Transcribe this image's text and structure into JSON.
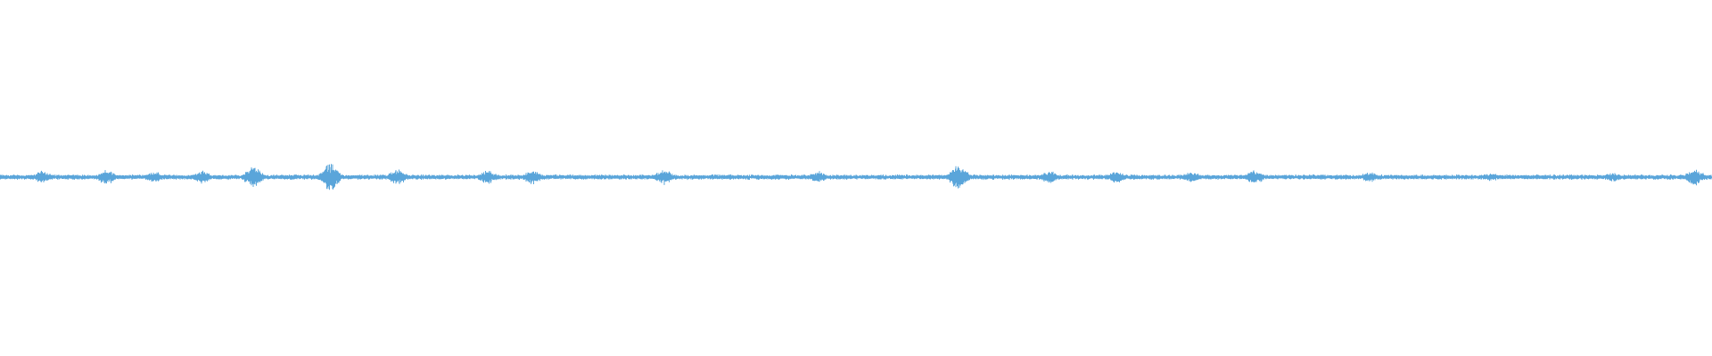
{
  "waveform": {
    "color": "#5aa5da",
    "background": "#ffffff",
    "baseline_amplitude": 0.08,
    "peak_amplitude": 0.55,
    "bursts": [
      {
        "t": 0.025,
        "amp": 0.26
      },
      {
        "t": 0.062,
        "amp": 0.3
      },
      {
        "t": 0.09,
        "amp": 0.22
      },
      {
        "t": 0.118,
        "amp": 0.27
      },
      {
        "t": 0.148,
        "amp": 0.42
      },
      {
        "t": 0.193,
        "amp": 0.55
      },
      {
        "t": 0.232,
        "amp": 0.32
      },
      {
        "t": 0.285,
        "amp": 0.27
      },
      {
        "t": 0.311,
        "amp": 0.3
      },
      {
        "t": 0.388,
        "amp": 0.3
      },
      {
        "t": 0.478,
        "amp": 0.23
      },
      {
        "t": 0.56,
        "amp": 0.5
      },
      {
        "t": 0.613,
        "amp": 0.24
      },
      {
        "t": 0.652,
        "amp": 0.25
      },
      {
        "t": 0.696,
        "amp": 0.22
      },
      {
        "t": 0.733,
        "amp": 0.29
      },
      {
        "t": 0.8,
        "amp": 0.2
      },
      {
        "t": 0.871,
        "amp": 0.16
      },
      {
        "t": 0.942,
        "amp": 0.18
      },
      {
        "t": 0.99,
        "amp": 0.34
      }
    ]
  }
}
